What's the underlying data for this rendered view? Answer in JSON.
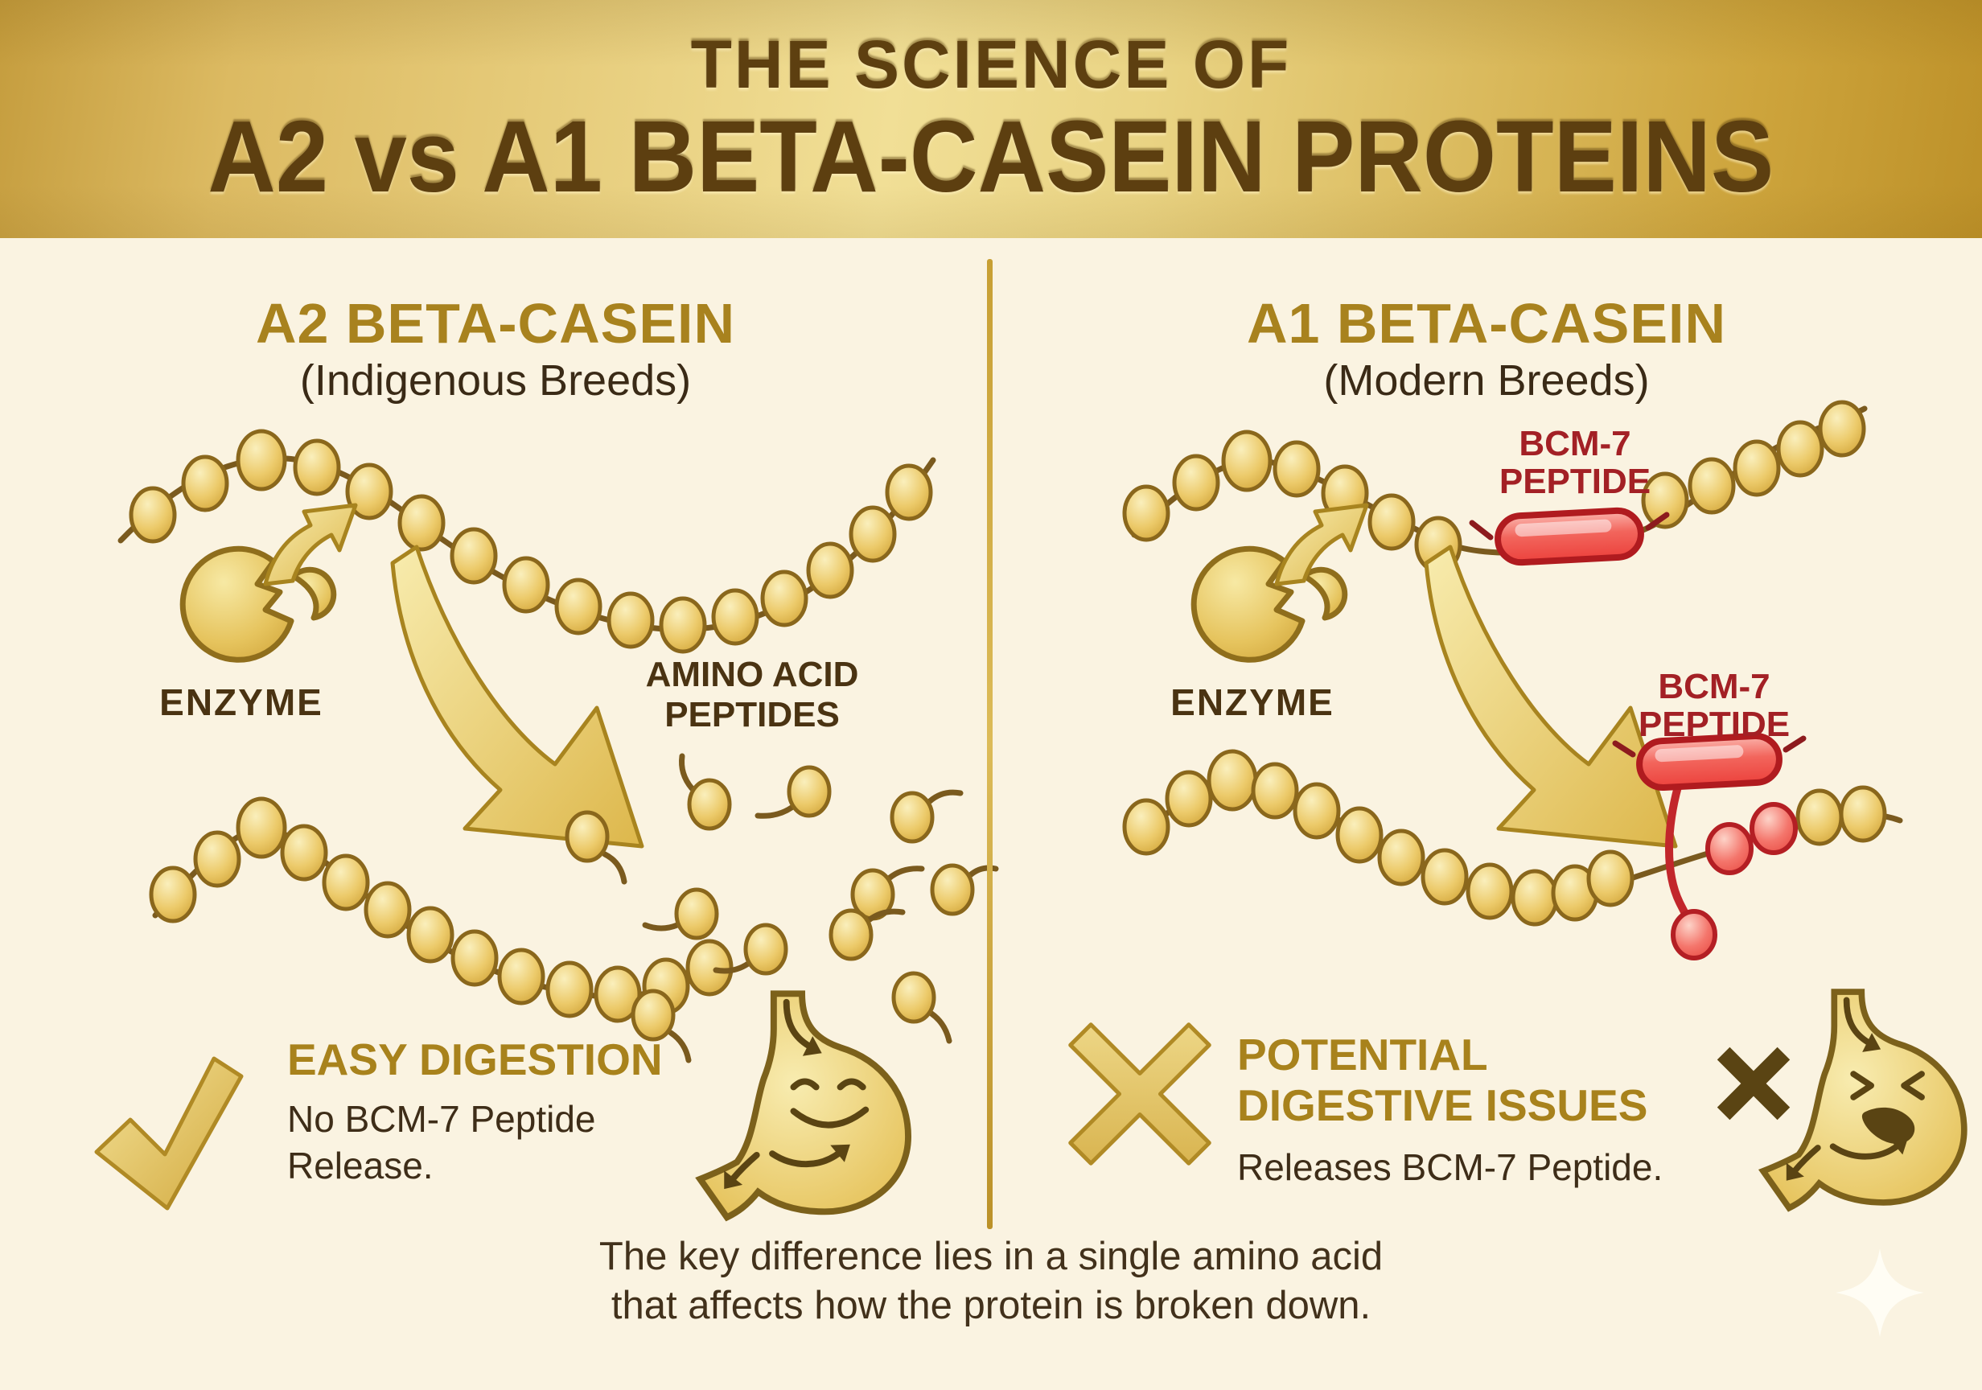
{
  "header": {
    "line1": "THE SCIENCE OF",
    "line2": "A2 vs A1 BETA-CASEIN PROTEINS"
  },
  "left_column": {
    "title": "A2 BETA-CASEIN",
    "subtitle": "(Indigenous Breeds)",
    "enzyme_label": "ENZYME",
    "result_label": {
      "line1": "AMINO ACID",
      "line2": "PEPTIDES"
    },
    "verdict": {
      "icon": "checkmark",
      "title": "EASY DIGESTION",
      "description_line1": "No BCM-7 Peptide",
      "description_line2": "Release."
    }
  },
  "right_column": {
    "title": "A1 BETA-CASEIN",
    "subtitle": "(Modern Breeds)",
    "chain_label": {
      "line1": "BCM-7",
      "line2": "PEPTIDE"
    },
    "enzyme_label": "ENZYME",
    "result_label": {
      "line1": "BCM-7",
      "line2": "PEPTIDE"
    },
    "verdict": {
      "icon": "cross",
      "title_line1": "POTENTIAL",
      "title_line2": "DIGESTIVE ISSUES",
      "description": "Releases BCM-7 Peptide."
    }
  },
  "footer": {
    "line1": "The key difference lies in a single amino acid",
    "line2": "that affects how the protein is broken down."
  },
  "icons": [
    "enzyme-icon",
    "protein-chain-icon",
    "amino-acid-beads-icon",
    "bcm7-capsule-icon",
    "digestion-arrow-icon",
    "checkmark-icon",
    "cross-icon",
    "happy-stomach-icon",
    "sad-stomach-icon",
    "sparkle-icon"
  ],
  "colors": {
    "banner_gold": "#e9d383",
    "banner_text": "#5d3f10",
    "background": "#faf3e1",
    "gold_title": "#a8821e",
    "dark_brown_text": "#3e2d18",
    "bcm7_red": "#a32025",
    "capsule_red": "#ee4a45",
    "bead_gold": "#e4bf5f",
    "divider_gold": "#c9a23a"
  }
}
